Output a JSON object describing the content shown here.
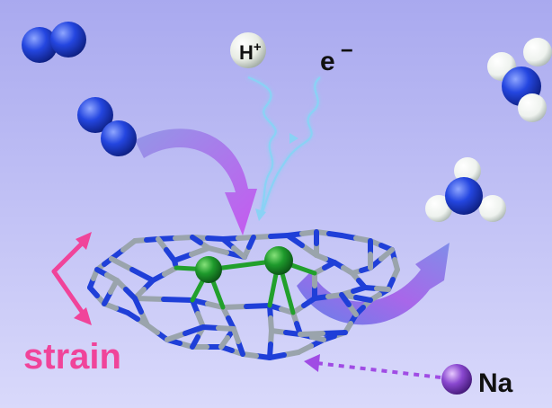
{
  "labels": {
    "proton": "H",
    "proton_charge": "+",
    "electron": "e",
    "electron_charge": "−",
    "strain": "strain",
    "sodium": "Na"
  },
  "colors": {
    "background_top": "#a9a9ef",
    "background_bottom": "#d9d9fb",
    "nitrogen_atom": "#1f3fd8",
    "hydrogen_atom": "#f2f5f2",
    "metal_atom": "#1e9a2c",
    "framework_carbon": "#9aa4ac",
    "framework_nitrogen": "#1f3fd8",
    "metal_bond": "#22a02c",
    "strain_arrow": "#f0449a",
    "strain_text": "#f0449a",
    "sodium_atom": "#8a48d0",
    "sodium_arrow": "#a04ce4",
    "reaction_arrow_start": "#9aa0ea",
    "reaction_arrow_end": "#c650ef",
    "electron_path": "#8ad2f5"
  },
  "icons": {
    "n2_molecules": "n2-molecule-icon",
    "nh3_molecules": "nh3-molecule-icon",
    "proton": "proton-sphere-icon",
    "metal_centers": "metal-atom-icon",
    "sodium": "sodium-atom-icon"
  }
}
